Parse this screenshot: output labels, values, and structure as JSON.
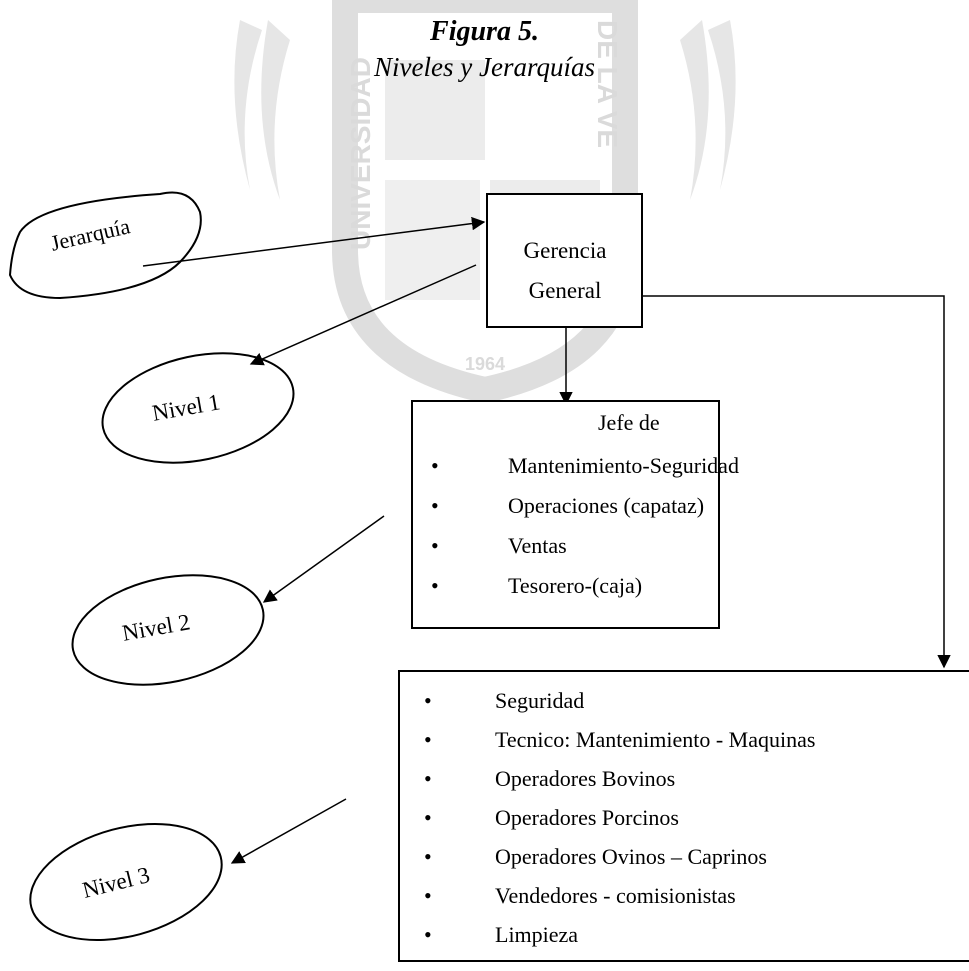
{
  "title": {
    "label": "Figura 5.",
    "subtitle": "Niveles y Jerarquías"
  },
  "watermark": {
    "letters_left": "UNIVERSIDAD",
    "letters_right": "DE LA VE",
    "year": "1964"
  },
  "nodes": {
    "jerarquia": "Jerarquía",
    "gerencia": {
      "line1": "Gerencia",
      "line2": "General"
    },
    "nivel1": "Nivel 1",
    "nivel2": "Nivel 2",
    "nivel3": "Nivel 3"
  },
  "jefes": {
    "header": "Jefe de",
    "items": [
      "Mantenimiento-Seguridad",
      "Operaciones (capataz)",
      "Ventas",
      "Tesorero-(caja)"
    ]
  },
  "staff": {
    "items": [
      "Seguridad",
      "Tecnico: Mantenimiento  - Maquinas",
      "Operadores Bovinos",
      "Operadores Porcinos",
      "Operadores Ovinos – Caprinos",
      "Vendedores - comisionistas",
      "Limpieza"
    ]
  },
  "colors": {
    "watermark": "#d9d9d9",
    "line": "#000000"
  }
}
